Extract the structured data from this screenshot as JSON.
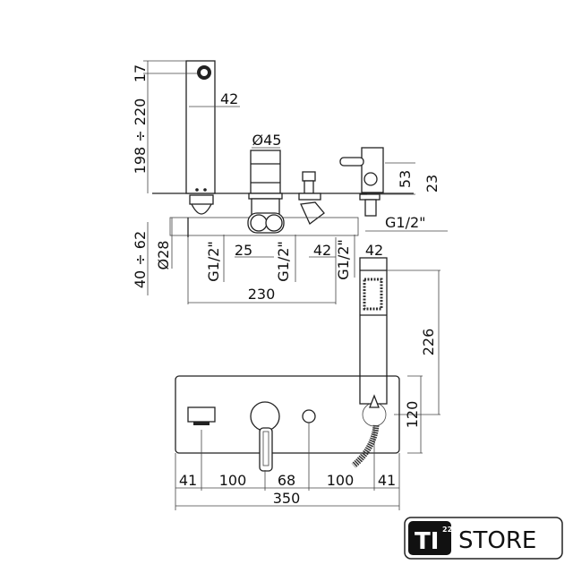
{
  "top_view": {
    "spout_height": "198 ÷ 220",
    "spout_top": "17",
    "spout_width": "42",
    "mixer_diameter": "Ø45",
    "holder_height": "53",
    "holder_offset": "23",
    "holder_thread": "G1/2\"",
    "deck_thickness": "40 ÷ 62",
    "pipe_diameter": "Ø28",
    "thread_left": "G1/2\"",
    "thread_mid": "G1/2\"",
    "thread_right": "G1/2\"",
    "inlet_spacing": "25",
    "diverter_offset": "42",
    "body_width": "230"
  },
  "hand_shower": {
    "width": "42",
    "length": "226"
  },
  "plan_view": {
    "depth": "120",
    "spacings": [
      "41",
      "100",
      "68",
      "100",
      "41"
    ],
    "total_width": "350"
  },
  "logo": {
    "mark": "TI",
    "superscript": "22",
    "name": "STORE"
  }
}
